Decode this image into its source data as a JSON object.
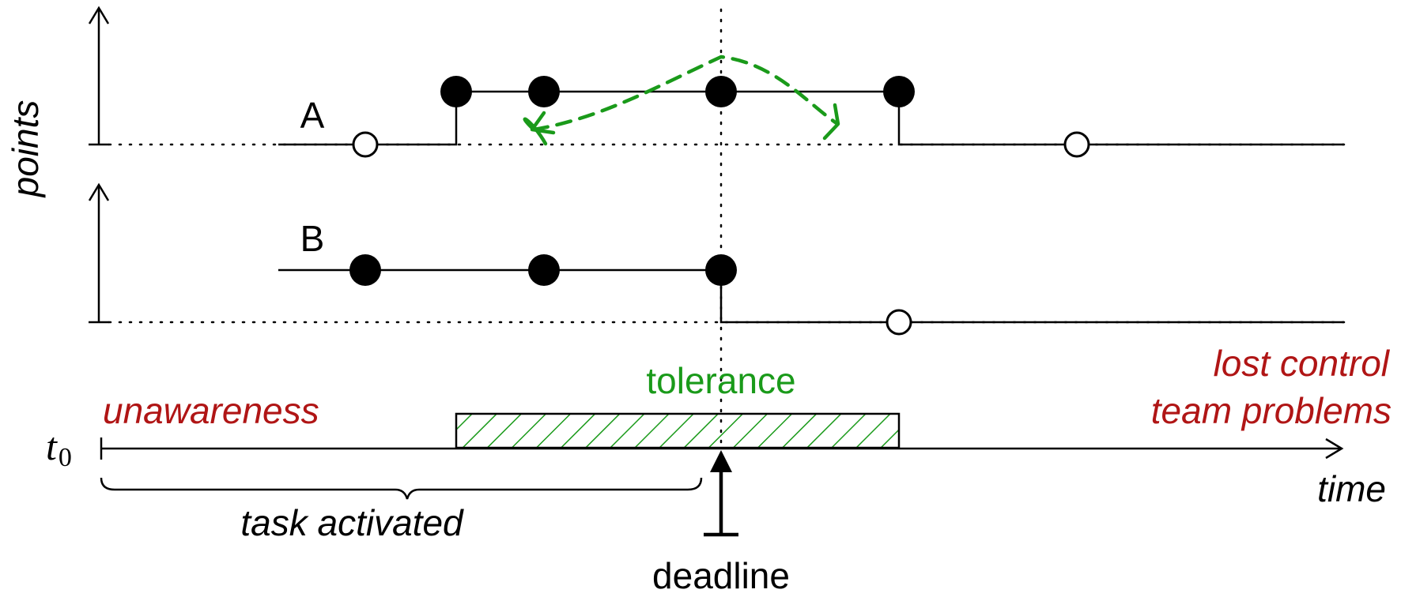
{
  "labels": {
    "y_axis": "points",
    "series_a": "A",
    "series_b": "B",
    "t0_base": "t",
    "t0_sub": "0",
    "time_axis": "time",
    "deadline": "deadline",
    "tolerance": "tolerance",
    "left_phase": "unawareness",
    "right_phase_line1": "lost control",
    "right_phase_line2": "team problems",
    "task_span": "task activated"
  },
  "colors": {
    "ink": "#000000",
    "warning_red": "#b01515",
    "tolerance_green": "#1a9a1a"
  },
  "icons": {
    "filled_marker": "filled-circle",
    "empty_marker": "hollow-circle",
    "tolerance_area": "hatched-rectangle",
    "shift_arrows": "dashed-curved-arrows",
    "deadline_marker": "up-arrow"
  }
}
